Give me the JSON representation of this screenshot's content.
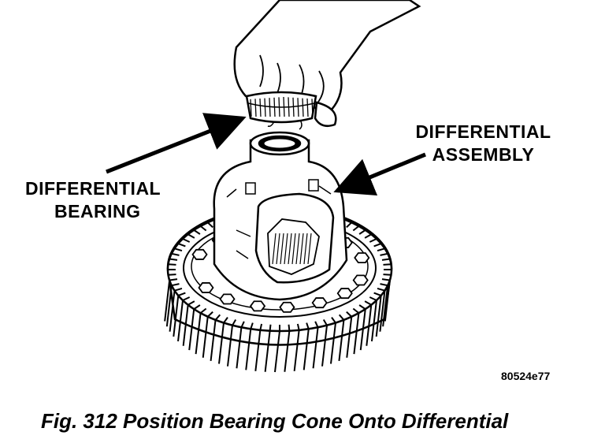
{
  "labels": {
    "differential_bearing": [
      "DIFFERENTIAL",
      "BEARING"
    ],
    "differential_assembly": [
      "DIFFERENTIAL",
      "ASSEMBLY"
    ]
  },
  "figure_code": "80524e77",
  "caption": "Fig. 312 Position Bearing Cone Onto Differential",
  "icons": [
    "hand-icon",
    "bearing-cone-icon",
    "differential-assembly-icon",
    "ring-gear-icon",
    "arrow-icon"
  ],
  "colors": {
    "ink": "#000000",
    "paper": "#ffffff"
  }
}
